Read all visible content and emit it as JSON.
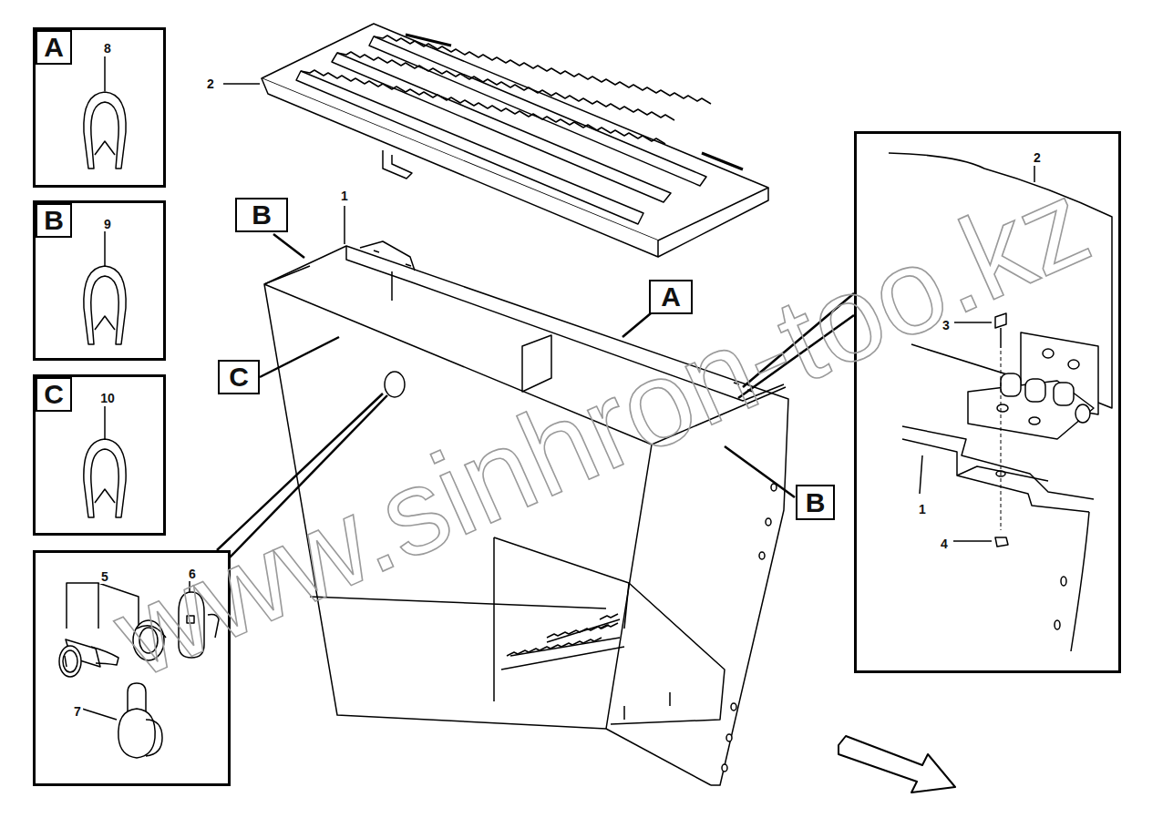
{
  "diagram": {
    "nodes": [
      {
        "text": [
          "8"
        ]
      },
      {
        "text": [
          "A"
        ],
        "in": 0
      },
      {
        "text": [
          "9"
        ]
      },
      {
        "text": [
          "B"
        ],
        "in": 2
      },
      {
        "text": [
          "10"
        ]
      },
      {
        "text": [
          "C"
        ],
        "in": 4
      },
      {
        "text": [
          "5",
          "6",
          "7"
        ]
      },
      {
        "text": [
          "2",
          "3",
          "1",
          "4"
        ]
      },
      {
        "text": [
          "B"
        ]
      },
      {
        "text": [
          "A"
        ]
      },
      {
        "text": [
          "C"
        ]
      },
      {
        "text": [
          "B"
        ]
      }
    ],
    "labels": [
      "2",
      "1",
      "www.sinhron-too.kz"
    ]
  }
}
